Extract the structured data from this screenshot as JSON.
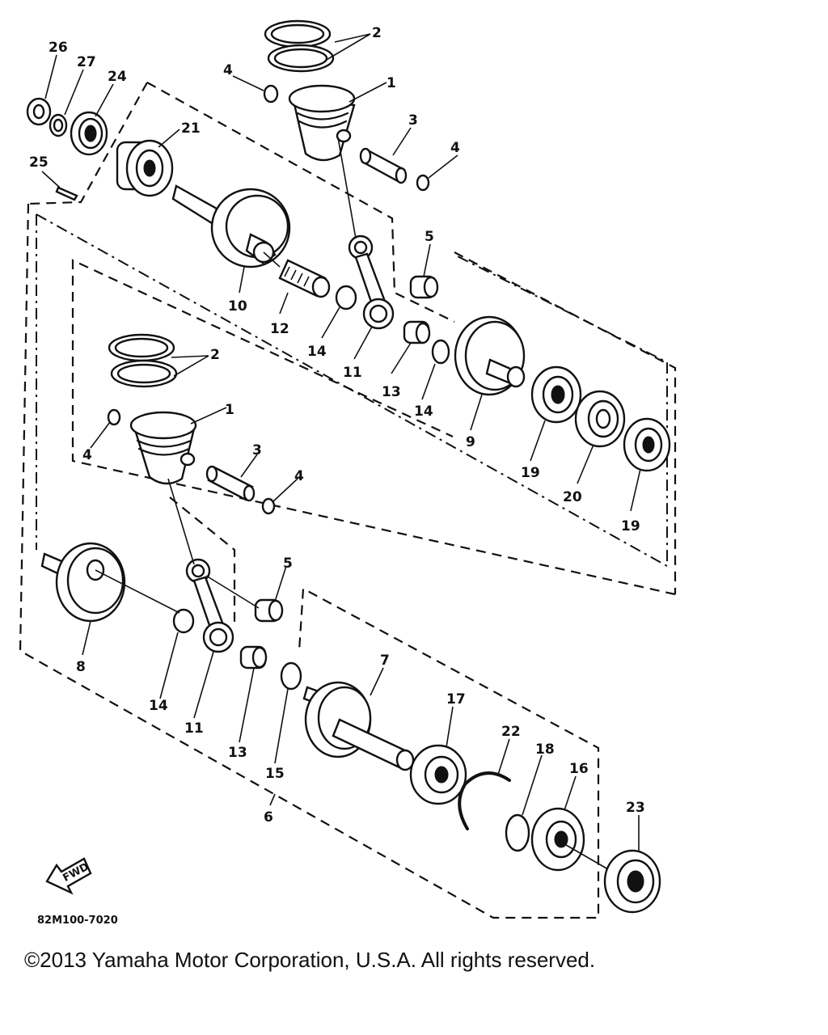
{
  "diagram": {
    "part_code": "82M100-7020",
    "fwd_label": "FWD",
    "callouts": [
      {
        "id": "c-2-top",
        "text": "2"
      },
      {
        "id": "c-1-top",
        "text": "1"
      },
      {
        "id": "c-4-top-left",
        "text": "4"
      },
      {
        "id": "c-3-top",
        "text": "3"
      },
      {
        "id": "c-4-top-right",
        "text": "4"
      },
      {
        "id": "c-26",
        "text": "26"
      },
      {
        "id": "c-27",
        "text": "27"
      },
      {
        "id": "c-24",
        "text": "24"
      },
      {
        "id": "c-21",
        "text": "21"
      },
      {
        "id": "c-25",
        "text": "25"
      },
      {
        "id": "c-5-top",
        "text": "5"
      },
      {
        "id": "c-10",
        "text": "10"
      },
      {
        "id": "c-12",
        "text": "12"
      },
      {
        "id": "c-14-a",
        "text": "14"
      },
      {
        "id": "c-11-top",
        "text": "11"
      },
      {
        "id": "c-13-top",
        "text": "13"
      },
      {
        "id": "c-14-b",
        "text": "14"
      },
      {
        "id": "c-9",
        "text": "9"
      },
      {
        "id": "c-19-a",
        "text": "19"
      },
      {
        "id": "c-20",
        "text": "20"
      },
      {
        "id": "c-19-b",
        "text": "19"
      },
      {
        "id": "c-2-mid",
        "text": "2"
      },
      {
        "id": "c-1-mid",
        "text": "1"
      },
      {
        "id": "c-4-mid-left",
        "text": "4"
      },
      {
        "id": "c-3-mid",
        "text": "3"
      },
      {
        "id": "c-4-mid-right",
        "text": "4"
      },
      {
        "id": "c-5-mid",
        "text": "5"
      },
      {
        "id": "c-8",
        "text": "8"
      },
      {
        "id": "c-14-c",
        "text": "14"
      },
      {
        "id": "c-11-mid",
        "text": "11"
      },
      {
        "id": "c-13-mid",
        "text": "13"
      },
      {
        "id": "c-15",
        "text": "15"
      },
      {
        "id": "c-7",
        "text": "7"
      },
      {
        "id": "c-17",
        "text": "17"
      },
      {
        "id": "c-22",
        "text": "22"
      },
      {
        "id": "c-18",
        "text": "18"
      },
      {
        "id": "c-16",
        "text": "16"
      },
      {
        "id": "c-23",
        "text": "23"
      },
      {
        "id": "c-6",
        "text": "6"
      }
    ]
  },
  "footer": {
    "copyright": "©2013 Yamaha Motor Corporation, U.S.A. All rights reserved."
  }
}
